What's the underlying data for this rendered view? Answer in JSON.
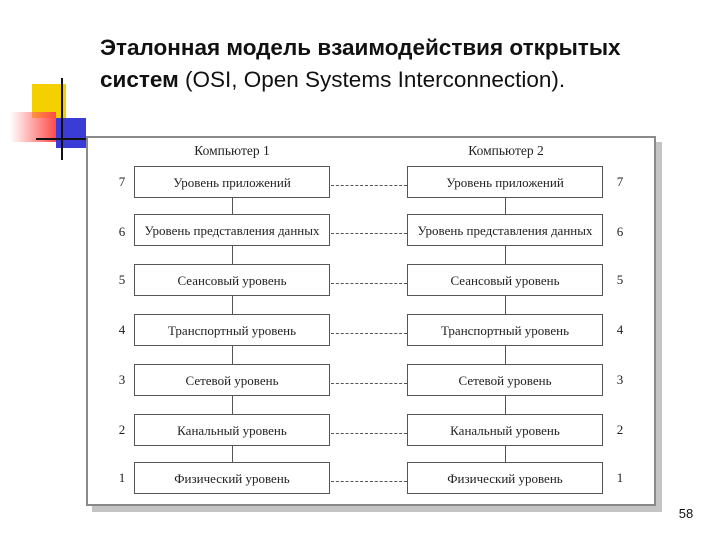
{
  "slide": {
    "title_bold": "Эталонная модель взаимодействия открытых систем",
    "title_rest": " (OSI, Open Systems Interconnection).",
    "page_number": "58"
  },
  "diagram": {
    "left_header": "Компьютер 1",
    "right_header": "Компьютер 2",
    "layers": [
      {
        "num": "7",
        "label": "Уровень приложений"
      },
      {
        "num": "6",
        "label": "Уровень представления данных"
      },
      {
        "num": "5",
        "label": "Сеансовый уровень"
      },
      {
        "num": "4",
        "label": "Транспортный уровень"
      },
      {
        "num": "3",
        "label": "Сетевой уровень"
      },
      {
        "num": "2",
        "label": "Канальный уровень"
      },
      {
        "num": "1",
        "label": "Физический уровень"
      }
    ]
  }
}
